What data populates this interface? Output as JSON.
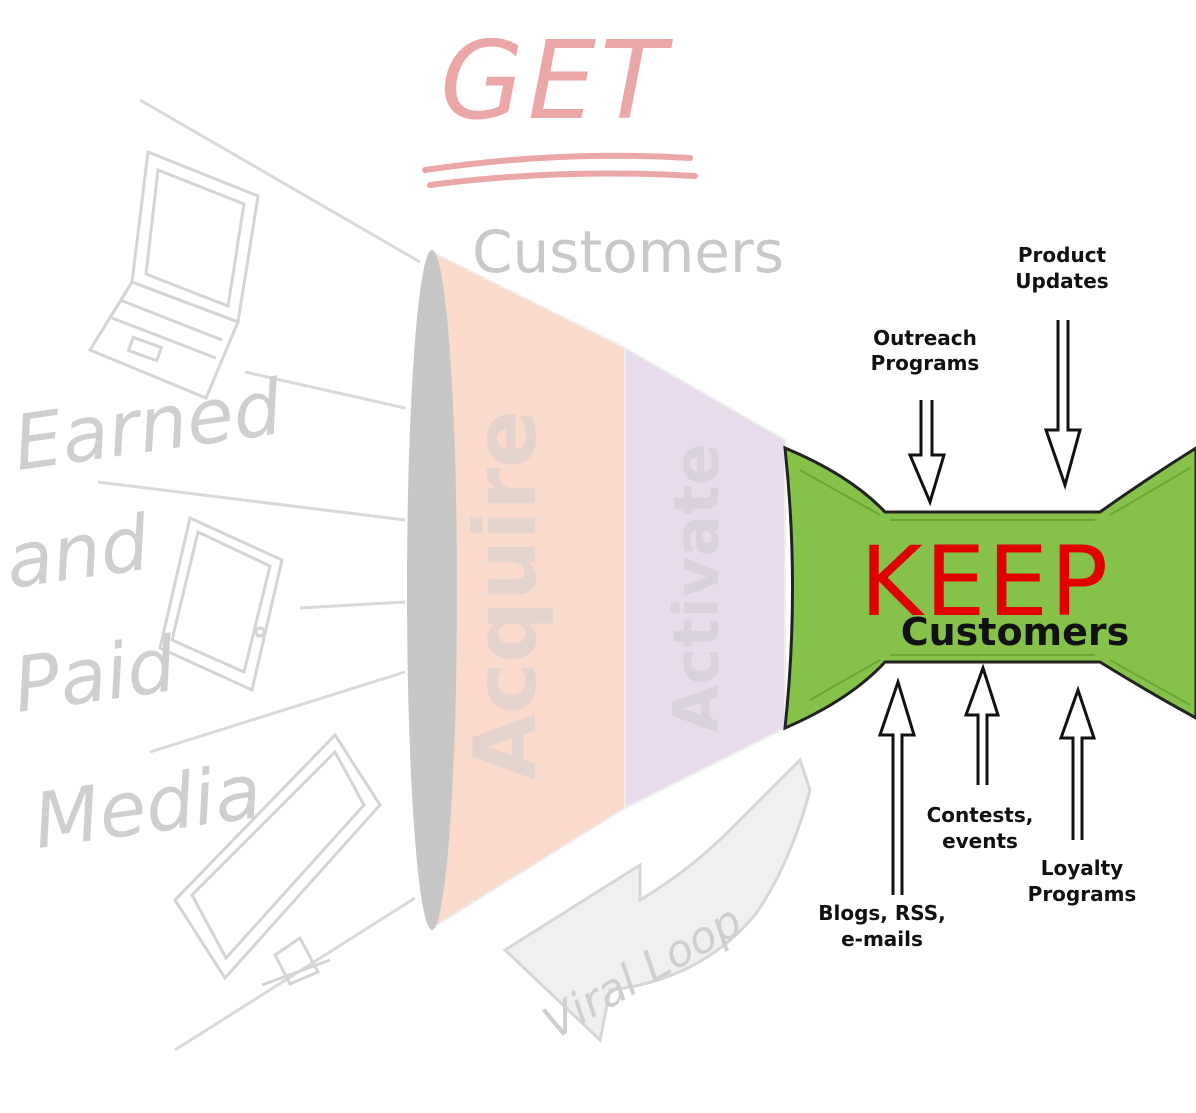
{
  "get": {
    "title": "GET",
    "subtitle": "Customers"
  },
  "media": {
    "line1": "Earned",
    "line2": "and",
    "line3": "Paid",
    "line4": "Media"
  },
  "funnel": {
    "acquire": "Acquire",
    "activate": "Activate"
  },
  "keep": {
    "title": "KEEP",
    "subtitle": "Customers"
  },
  "inputs": {
    "top": [
      {
        "line1": "Outreach",
        "line2": "Programs"
      },
      {
        "line1": "Product",
        "line2": "Updates"
      }
    ],
    "bottom": [
      {
        "line1": "Blogs, RSS,",
        "line2": "e-mails"
      },
      {
        "line1": "Contests,",
        "line2": "events"
      },
      {
        "line1": "Loyalty",
        "line2": "Programs"
      }
    ]
  },
  "loop": {
    "label": "Viral Loop"
  },
  "colors": {
    "get": "#e8a0a0",
    "acquire": "#f8d9c9",
    "activate": "#e6d9ea",
    "keep_fill": "#86c24a",
    "keep_text": "#e00000",
    "faded_text": "#c9c9c9",
    "funnel_rim": "#c6c6c6",
    "loop_fill": "#eef0f2"
  }
}
